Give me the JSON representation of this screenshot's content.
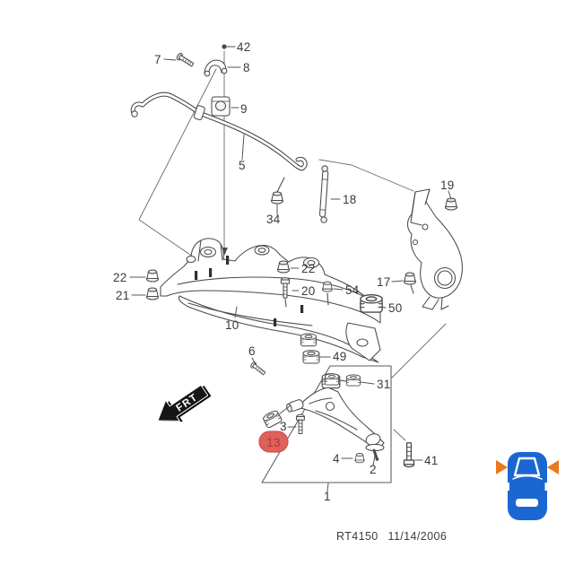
{
  "diagram": {
    "footer_code": "RT4150",
    "footer_date": "11/14/2006",
    "frt_arrow_label": "FRT",
    "line_color": "#4a4a4a",
    "callout_color": "#3a3a3a",
    "highlight": {
      "part": "13",
      "badge_color": "#e0605c",
      "text_color": "#a93833"
    },
    "callouts": [
      {
        "num": "42"
      },
      {
        "num": "7"
      },
      {
        "num": "8"
      },
      {
        "num": "9"
      },
      {
        "num": "5"
      },
      {
        "num": "34"
      },
      {
        "num": "18"
      },
      {
        "num": "19"
      },
      {
        "num": "22"
      },
      {
        "num": "21"
      },
      {
        "num": "22"
      },
      {
        "num": "20"
      },
      {
        "num": "54"
      },
      {
        "num": "17"
      },
      {
        "num": "50"
      },
      {
        "num": "10"
      },
      {
        "num": "6"
      },
      {
        "num": "49"
      },
      {
        "num": "31"
      },
      {
        "num": "13",
        "highlighted": true
      },
      {
        "num": "3"
      },
      {
        "num": "4"
      },
      {
        "num": "2"
      },
      {
        "num": "41"
      },
      {
        "num": "1"
      }
    ]
  },
  "vehicle_locator": {
    "body_color": "#1a67d2",
    "marker_color": "#e8791d"
  }
}
